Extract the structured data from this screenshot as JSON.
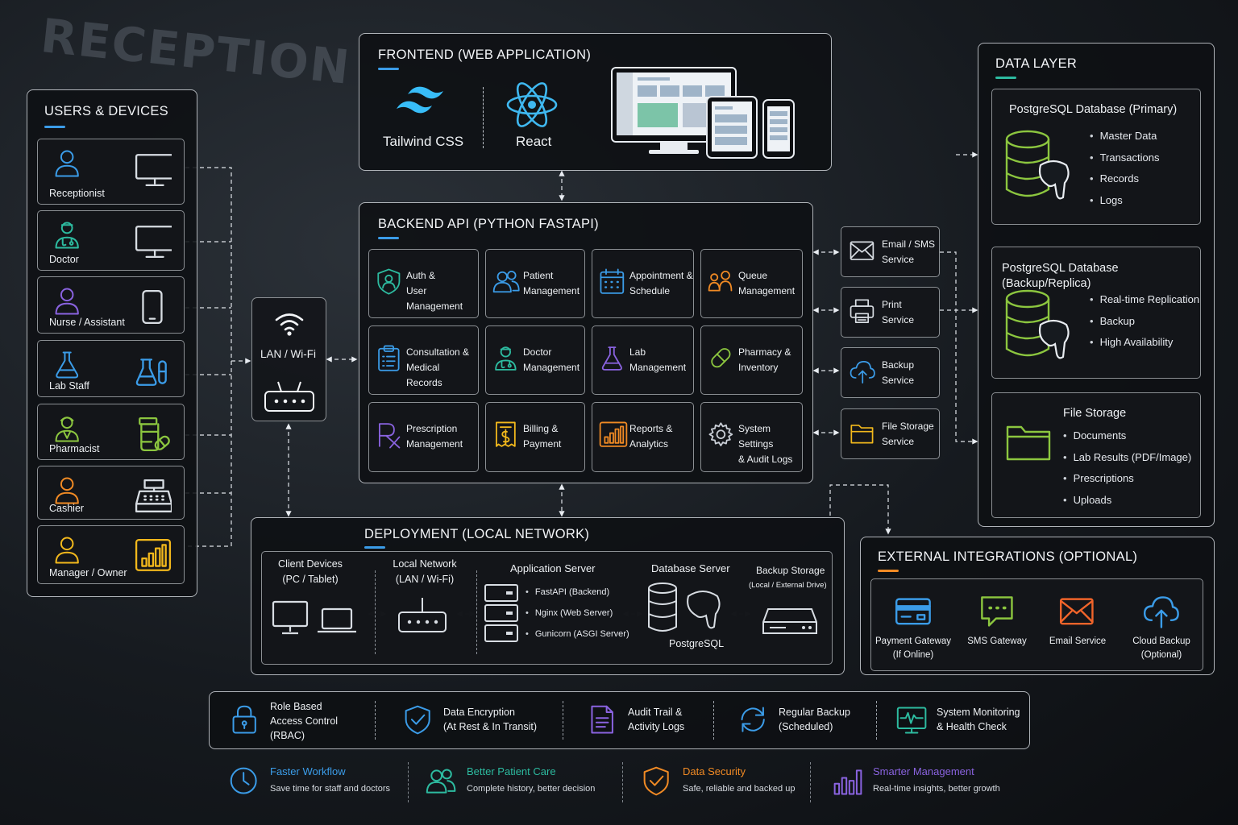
{
  "background_text": "RECEPTION",
  "users": {
    "title": "USERS & DEVICES",
    "items": [
      {
        "label": "Receptionist",
        "icon": "person-icon",
        "device": "monitor-icon",
        "color": "#3b9ce8"
      },
      {
        "label": "Doctor",
        "icon": "doctor-icon",
        "device": "monitor-icon",
        "color": "#2dbba0"
      },
      {
        "label": "Nurse / Assistant",
        "icon": "person-icon",
        "device": "phone-icon",
        "color": "#8a63e0"
      },
      {
        "label": "Lab Staff",
        "icon": "flask-icon",
        "device": "lab-flask-icon",
        "color": "#3b9ce8"
      },
      {
        "label": "Pharmacist",
        "icon": "pharmacist-icon",
        "device": "pill-bottle-icon",
        "color": "#8cc63f"
      },
      {
        "label": "Cashier",
        "icon": "person-icon",
        "device": "cash-register-icon",
        "color": "#f08a24"
      },
      {
        "label": "Manager / Owner",
        "icon": "person-icon",
        "device": "bar-chart-icon",
        "color": "#f2b81c"
      }
    ]
  },
  "network": {
    "label": "LAN / Wi-Fi"
  },
  "frontend": {
    "title": "FRONTEND (WEB APPLICATION)",
    "tailwind": "Tailwind CSS",
    "react": "React"
  },
  "backend": {
    "title": "BACKEND API (PYTHON FASTAPI)",
    "modules": [
      {
        "line1": "Auth &",
        "line2": "User Management",
        "icon": "shield-user-icon",
        "color": "#2dbba0"
      },
      {
        "line1": "Patient",
        "line2": "Management",
        "icon": "users-icon",
        "color": "#3b9ce8"
      },
      {
        "line1": "Appointment &",
        "line2": "Schedule",
        "icon": "calendar-icon",
        "color": "#3b9ce8"
      },
      {
        "line1": "Queue",
        "line2": "Management",
        "icon": "queue-icon",
        "color": "#f08a24"
      },
      {
        "line1": "Consultation &",
        "line2": "Medical Records",
        "icon": "clipboard-icon",
        "color": "#3b9ce8"
      },
      {
        "line1": "Doctor",
        "line2": "Management",
        "icon": "doctor-icon",
        "color": "#2dbba0"
      },
      {
        "line1": "Lab",
        "line2": "Management",
        "icon": "flask-icon",
        "color": "#8a63e0"
      },
      {
        "line1": "Pharmacy &",
        "line2": "Inventory",
        "icon": "pill-icon",
        "color": "#8cc63f"
      },
      {
        "line1": "Prescription",
        "line2": "Management",
        "icon": "rx-icon",
        "color": "#8a63e0"
      },
      {
        "line1": "Billing &",
        "line2": "Payment",
        "icon": "invoice-icon",
        "color": "#f2b81c"
      },
      {
        "line1": "Reports &",
        "line2": "Analytics",
        "icon": "bar-chart-icon",
        "color": "#f08a24"
      },
      {
        "line1": "System Settings",
        "line2": "& Audit Logs",
        "icon": "gear-icon",
        "color": "#c9ced6"
      }
    ]
  },
  "services": [
    {
      "line1": "Email / SMS",
      "line2": "Service",
      "icon": "envelope-icon",
      "color": "#d8dde3"
    },
    {
      "line1": "Print",
      "line2": "Service",
      "icon": "printer-icon",
      "color": "#d8dde3"
    },
    {
      "line1": "Backup",
      "line2": "Service",
      "icon": "cloud-upload-icon",
      "color": "#3b9ce8"
    },
    {
      "line1": "File Storage",
      "line2": "Service",
      "icon": "folder-icon",
      "color": "#f2b81c"
    }
  ],
  "data_layer": {
    "title": "DATA LAYER",
    "primary": {
      "title": "PostgreSQL Database (Primary)",
      "items": [
        "Master Data",
        "Transactions",
        "Records",
        "Logs"
      ]
    },
    "replica": {
      "title": "PostgreSQL Database (Backup/Replica)",
      "items": [
        "Real-time Replication",
        "Backup",
        "High Availability"
      ]
    },
    "files": {
      "title": "File Storage",
      "items": [
        "Documents",
        "Lab Results (PDF/Image)",
        "Prescriptions",
        "Uploads"
      ]
    }
  },
  "deployment": {
    "title": "DEPLOYMENT (LOCAL NETWORK)",
    "client": {
      "line1": "Client Devices",
      "line2": "(PC / Tablet)"
    },
    "network": {
      "line1": "Local Network",
      "line2": "(LAN / Wi-Fi)"
    },
    "app_server": {
      "title": "Application Server",
      "items": [
        "FastAPI (Backend)",
        "Nginx (Web Server)",
        "Gunicorn (ASGI Server)"
      ]
    },
    "db_server": {
      "title": "Database Server",
      "caption": "PostgreSQL"
    },
    "backup": {
      "title": "Backup Storage",
      "subtitle": "(Local / External Drive)"
    }
  },
  "integrations": {
    "title": "EXTERNAL INTEGRATIONS (OPTIONAL)",
    "items": [
      {
        "line1": "Payment Gateway",
        "line2": "(If Online)",
        "icon": "credit-card-icon",
        "color": "#3b9ce8"
      },
      {
        "line1": "SMS Gateway",
        "line2": "",
        "icon": "chat-icon",
        "color": "#8cc63f"
      },
      {
        "line1": "Email Service",
        "line2": "",
        "icon": "envelope-icon",
        "color": "#f0642a"
      },
      {
        "line1": "Cloud Backup",
        "line2": "(Optional)",
        "icon": "cloud-upload-icon",
        "color": "#3b9ce8"
      }
    ]
  },
  "security": [
    {
      "line1": "Role Based",
      "line2": "Access Control",
      "line3": "(RBAC)",
      "icon": "lock-icon",
      "color": "#3b9ce8"
    },
    {
      "line1": "Data Encryption",
      "line2": "(At Rest & In Transit)",
      "line3": "",
      "icon": "shield-check-icon",
      "color": "#3b9ce8"
    },
    {
      "line1": "Audit Trail &",
      "line2": "Activity Logs",
      "line3": "",
      "icon": "document-icon",
      "color": "#8a63e0"
    },
    {
      "line1": "Regular Backup",
      "line2": "(Scheduled)",
      "line3": "",
      "icon": "refresh-icon",
      "color": "#3b9ce8"
    },
    {
      "line1": "System Monitoring",
      "line2": "& Health Check",
      "line3": "",
      "icon": "monitor-pulse-icon",
      "color": "#2dbba0"
    }
  ],
  "benefits": [
    {
      "title": "Faster Workflow",
      "desc": "Save time for staff and doctors",
      "icon": "clock-icon",
      "color": "#3b9ce8"
    },
    {
      "title": "Better Patient Care",
      "desc": "Complete history, better decision",
      "icon": "users-icon",
      "color": "#2dbba0"
    },
    {
      "title": "Data Security",
      "desc": "Safe, reliable and backed up",
      "icon": "shield-check-icon",
      "color": "#f08a24"
    },
    {
      "title": "Smarter Management",
      "desc": "Real-time insights, better growth",
      "icon": "bar-chart-icon",
      "color": "#8a63e0"
    }
  ]
}
